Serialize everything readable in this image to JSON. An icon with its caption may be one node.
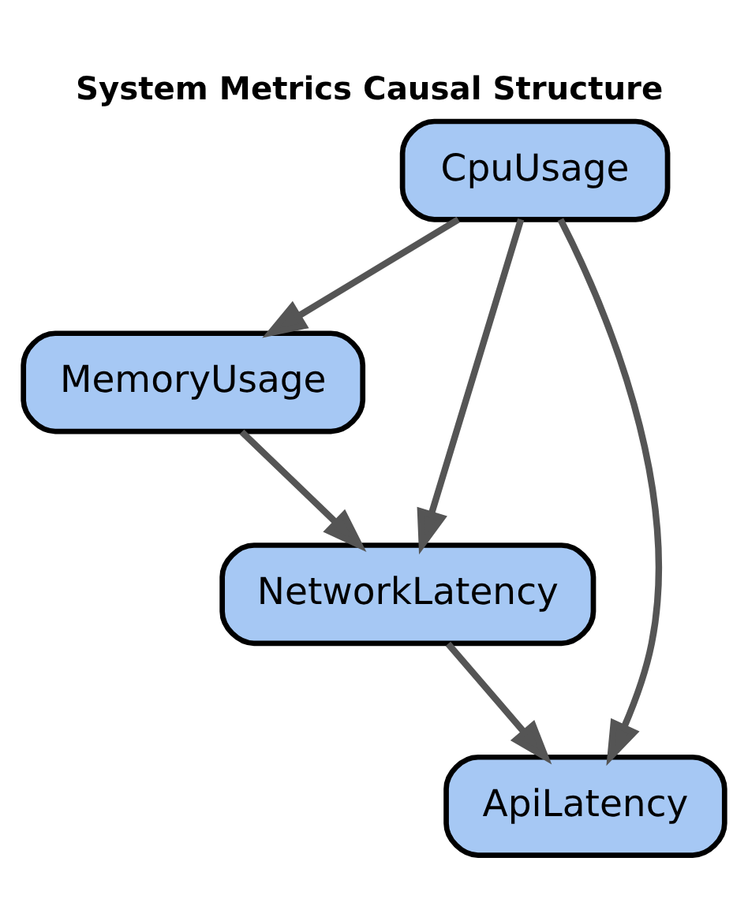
{
  "diagram": {
    "title": "System Metrics Causal Structure",
    "nodes": [
      {
        "text": [
          "CpuUsage"
        ]
      },
      {
        "text": [
          "MemoryUsage"
        ]
      },
      {
        "text": [
          "NetworkLatency"
        ]
      },
      {
        "text": [
          "ApiLatency"
        ]
      }
    ],
    "edges": [
      {
        "from": 0,
        "to": 1,
        "arrow": "to"
      },
      {
        "from": 0,
        "to": 2,
        "arrow": "to"
      },
      {
        "from": 0,
        "to": 3,
        "arrow": "to"
      },
      {
        "from": 1,
        "to": 2,
        "arrow": "to"
      },
      {
        "from": 2,
        "to": 3,
        "arrow": "to"
      }
    ]
  }
}
